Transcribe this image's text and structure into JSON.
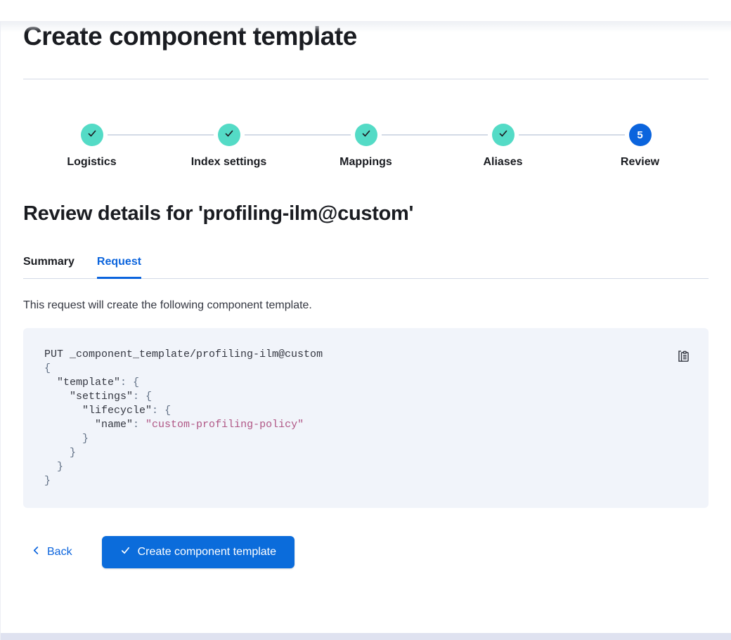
{
  "page": {
    "title": "Create component template"
  },
  "stepper": {
    "steps": [
      {
        "label": "Logistics",
        "status": "complete",
        "icon": "check-icon"
      },
      {
        "label": "Index settings",
        "status": "complete",
        "icon": "check-icon"
      },
      {
        "label": "Mappings",
        "status": "complete",
        "icon": "check-icon"
      },
      {
        "label": "Aliases",
        "status": "complete",
        "icon": "check-icon"
      },
      {
        "label": "Review",
        "status": "current",
        "number": "5"
      }
    ]
  },
  "review": {
    "heading": "Review details for 'profiling-ilm@custom'",
    "tabs": [
      {
        "label": "Summary",
        "active": false
      },
      {
        "label": "Request",
        "active": true
      }
    ],
    "description": "This request will create the following component template."
  },
  "code_block": {
    "copy_icon": "copy-clipboard-icon",
    "lines": [
      [
        {
          "t": "PUT _component_template/profiling-ilm@custom",
          "k": "plain"
        }
      ],
      [
        {
          "t": "{",
          "k": "punct"
        }
      ],
      [
        {
          "t": "  ",
          "k": "plain"
        },
        {
          "t": "\"template\"",
          "k": "key"
        },
        {
          "t": ": ",
          "k": "punct"
        },
        {
          "t": "{",
          "k": "punct"
        }
      ],
      [
        {
          "t": "    ",
          "k": "plain"
        },
        {
          "t": "\"settings\"",
          "k": "key"
        },
        {
          "t": ": ",
          "k": "punct"
        },
        {
          "t": "{",
          "k": "punct"
        }
      ],
      [
        {
          "t": "      ",
          "k": "plain"
        },
        {
          "t": "\"lifecycle\"",
          "k": "key"
        },
        {
          "t": ": ",
          "k": "punct"
        },
        {
          "t": "{",
          "k": "punct"
        }
      ],
      [
        {
          "t": "        ",
          "k": "plain"
        },
        {
          "t": "\"name\"",
          "k": "key"
        },
        {
          "t": ": ",
          "k": "punct"
        },
        {
          "t": "\"custom-profiling-policy\"",
          "k": "string"
        }
      ],
      [
        {
          "t": "      }",
          "k": "punct"
        }
      ],
      [
        {
          "t": "    }",
          "k": "punct"
        }
      ],
      [
        {
          "t": "  }",
          "k": "punct"
        }
      ],
      [
        {
          "t": "}",
          "k": "punct"
        }
      ]
    ]
  },
  "footer": {
    "back_label": "Back",
    "submit_label": "Create component template"
  },
  "colors": {
    "primary_blue": "#0b64dd",
    "button_blue": "#0b6cdb",
    "step_complete_teal": "#54dbc6",
    "code_background": "#f1f4fa",
    "code_string": "#b05685",
    "code_punct": "#617085",
    "divider_gray": "#d3dae6",
    "text_dark": "#1a1c21",
    "text_body": "#343741",
    "bottom_strip": "#dfe2f0"
  }
}
